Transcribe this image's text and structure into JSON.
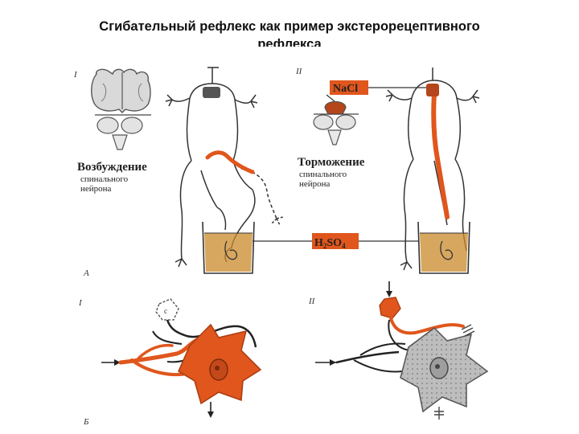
{
  "title": {
    "line1": "Сгибательный   рефлекс как пример  экстерорецептивного",
    "line2": "рефлекса"
  },
  "panel_labels": {
    "top_left": "I",
    "top_right": "II",
    "section_a": "А",
    "bottom_left": "I",
    "bottom_right": "II",
    "section_b": "Б"
  },
  "excitation": {
    "title": "Возбуждение",
    "line2": "спинального",
    "line3": "нейрона"
  },
  "inhibition": {
    "title": "Торможение",
    "line2": "спинального",
    "line3": "нейрона"
  },
  "chemicals": {
    "nacl": "NaCl",
    "h2so4_h": "H",
    "h2so4_2": "2",
    "h2so4_so": "SO",
    "h2so4_4": "4"
  },
  "colors": {
    "orange": "#e0561c",
    "liquid": "#c98a2a",
    "brain_grey": "#cfcfcf",
    "neuron_grey": "#b8b8b8"
  }
}
